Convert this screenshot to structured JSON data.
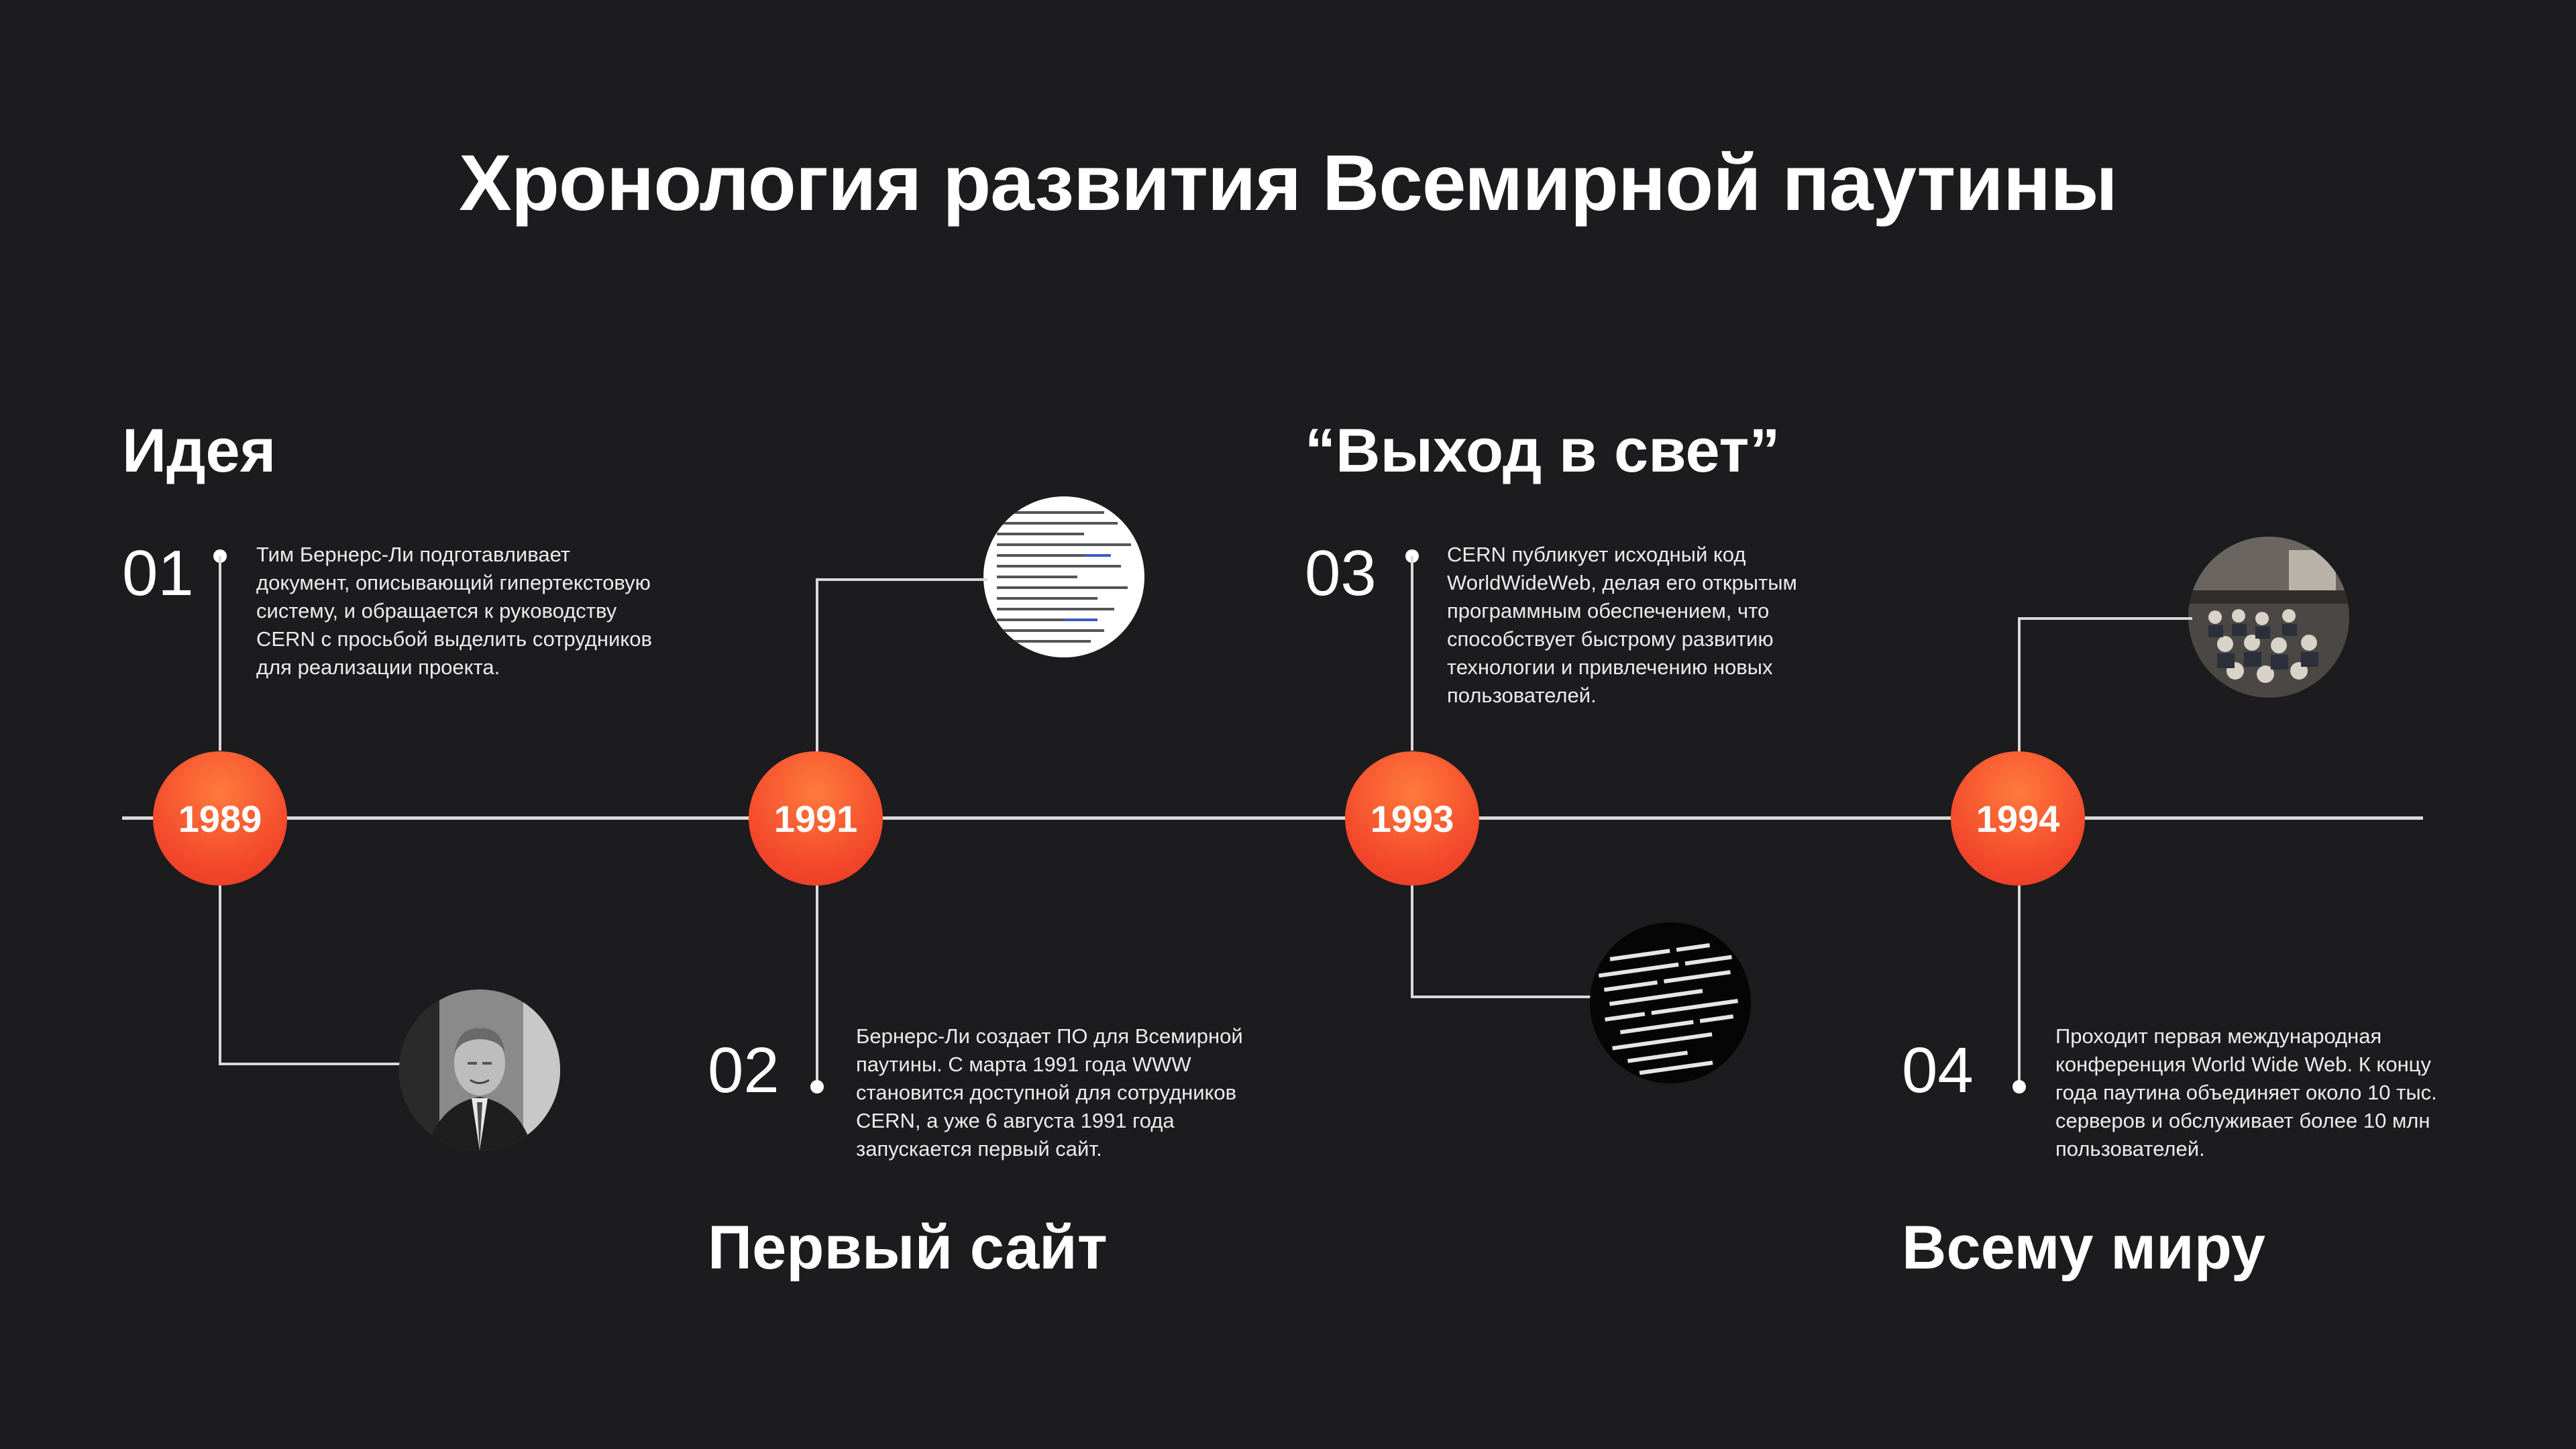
{
  "title": "Хронология развития Всемирной паутины",
  "events": [
    {
      "year": "1989",
      "number": "01",
      "heading": "Идея",
      "text": "Тим Бернерс-Ли подготавливает документ, описывающий гипертекстовую систему, и обращается к руководству CERN с просьбой выделить сотрудников для реализации проекта.",
      "image": "portrait-photo"
    },
    {
      "year": "1991",
      "number": "02",
      "heading": "Первый сайт",
      "text": "Бернерс-Ли создает ПО для Всемирной паутины. С марта 1991 года WWW становится доступной для сотрудников CERN, а уже 6 августа 1991 года запускается первый сайт.",
      "image": "document-photo"
    },
    {
      "year": "1993",
      "number": "03",
      "heading": "“Выход в свет”",
      "text": "CERN публикует исходный код WorldWideWeb, делая его открытым программным обеспечением, что способствует быстрому развитию технологии и привлечению новых пользователей.",
      "image": "code-photo"
    },
    {
      "year": "1994",
      "number": "04",
      "heading": "Всему миру",
      "text": "Проходит первая международная конференция World Wide Web. К концу года паутина объединяет около 10 тыс. серверов и обслуживает более 10 млн пользователей.",
      "image": "conference-photo"
    }
  ],
  "colors": {
    "background": "#1c1b1d",
    "accent": "#f2452a",
    "line": "#d9d9d9"
  }
}
